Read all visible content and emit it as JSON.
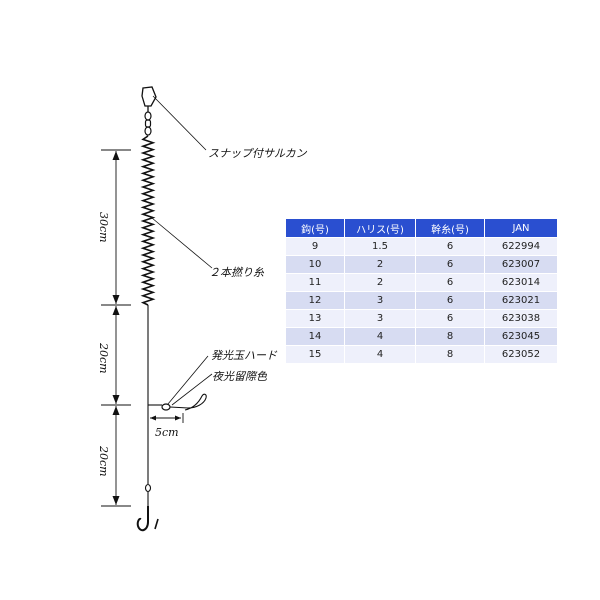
{
  "labels": {
    "snap_swivel": "スナップ付サルカン",
    "twisted_line": "２本撚り糸",
    "luminous_bead": "発光玉ハード",
    "glow_color": "夜光留際色"
  },
  "dimensions": {
    "top_segment": "30cm",
    "middle_segment": "20cm",
    "bottom_segment": "20cm",
    "branch_length": "5cm"
  },
  "table": {
    "headers": [
      "鈎(号)",
      "ハリス(号)",
      "幹糸(号)",
      "JAN"
    ],
    "rows": [
      [
        "9",
        "1.5",
        "6",
        "622994"
      ],
      [
        "10",
        "2",
        "6",
        "623007"
      ],
      [
        "11",
        "2",
        "6",
        "623014"
      ],
      [
        "12",
        "3",
        "6",
        "623021"
      ],
      [
        "13",
        "3",
        "6",
        "623038"
      ],
      [
        "14",
        "4",
        "8",
        "623045"
      ],
      [
        "15",
        "4",
        "8",
        "623052"
      ]
    ],
    "header_color": "#2a4fd0",
    "row_colors": [
      "#eef0fb",
      "#d7dcf2"
    ]
  }
}
